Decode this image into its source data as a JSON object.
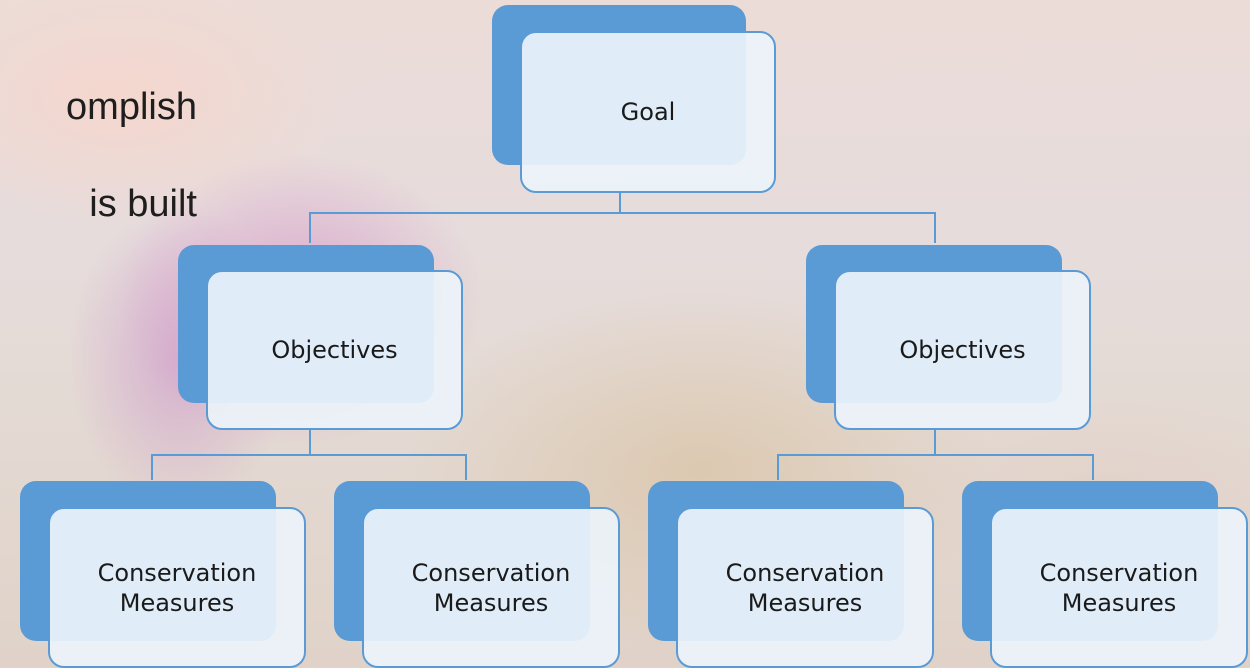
{
  "background_text": {
    "line1": "omplish",
    "line2": "is built"
  },
  "diagram": {
    "goal": "Goal",
    "objectives": [
      {
        "label": "Objectives"
      },
      {
        "label": "Objectives"
      }
    ],
    "measures": [
      {
        "label": "Conservation\nMeasures"
      },
      {
        "label": "Conservation\nMeasures"
      },
      {
        "label": "Conservation\nMeasures"
      },
      {
        "label": "Conservation\nMeasures"
      }
    ],
    "colors": {
      "node_fill": "#5b9bd5",
      "connector": "#5b9bd5"
    }
  }
}
